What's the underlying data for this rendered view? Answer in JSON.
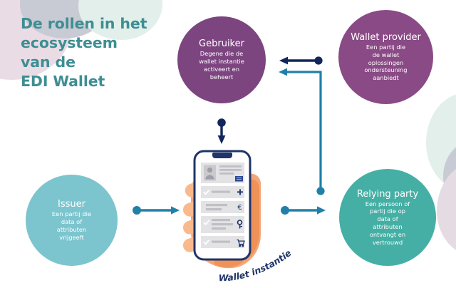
{
  "title": {
    "text": "De rollen in het\necosysteem\nvan de\nEDI Wallet",
    "color": "#3E8E93"
  },
  "roles": [
    {
      "id": "gebruiker",
      "name": "Gebruiker",
      "description": "Degene die de\nwallet instantie\nactiveert en\nbeheert",
      "color": "#7D4580"
    },
    {
      "id": "wallet-provider",
      "name": "Wallet\nprovider",
      "description": "Een partij die\nde wallet\noplossingen\nondersteuning\naanbiedt",
      "color": "#8A4A86"
    },
    {
      "id": "issuer",
      "name": "Issuer",
      "description": "Een partij die\ndata of\nattributen\nvrijgeeft",
      "color": "#7CC5CE"
    },
    {
      "id": "relying-party",
      "name": "Relying\nparty",
      "description": "Een persoon of\npartij die op\ndata of\nattributen\nontvangt en\nvertrouwd",
      "color": "#45AFA5"
    }
  ],
  "wallet_instance": {
    "label": "Wallet instantie",
    "label_color": "#1F3468"
  },
  "connectors": {
    "navy": "#10265C",
    "teal": "#2180A8",
    "items": [
      {
        "name": "wallet-provider-to-gebruiker",
        "from": "wallet-provider",
        "to": "gebruiker",
        "color": "#10265C"
      },
      {
        "name": "wallet-instance-to-gebruiker",
        "from": "wallet-instance",
        "to": "gebruiker",
        "color": "#2180A8"
      },
      {
        "name": "gebruiker-to-wallet-instance",
        "from": "gebruiker",
        "to": "wallet-instance",
        "color": "#10265C"
      },
      {
        "name": "issuer-to-wallet-instance",
        "from": "issuer",
        "to": "wallet-instance",
        "color": "#2180A8"
      },
      {
        "name": "wallet-instance-to-relying-party",
        "from": "wallet-instance",
        "to": "relying-party",
        "color": "#2180A8"
      }
    ]
  },
  "phone": {
    "frame_color": "#1F3468",
    "hand_color": "#F5A678",
    "screen_color": "#FFFFFF",
    "card_color": "#E3E3E5",
    "rows": [
      {
        "name": "identity-card",
        "icon": "id-photo-icon",
        "badge": "chip-icon"
      },
      {
        "name": "card-row-add",
        "icon": "plus-icon",
        "check": true
      },
      {
        "name": "card-row-euro",
        "icon": "euro-icon",
        "check": false
      },
      {
        "name": "card-row-key",
        "icon": "key-icon",
        "check": true
      },
      {
        "name": "card-row-cart",
        "icon": "cart-icon",
        "check": true
      }
    ]
  }
}
